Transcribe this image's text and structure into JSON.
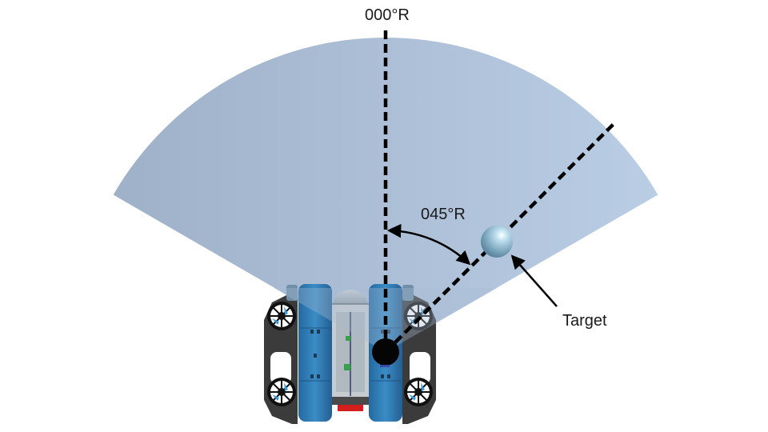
{
  "diagram": {
    "title": "Sonar bearing to target",
    "heading_label": "000°R",
    "bearing_label": "045°R",
    "target_label": "Target",
    "bearing_degrees": 45,
    "sector_half_angle_degrees": 60,
    "colors": {
      "sector_left": "#a0b3cb",
      "sector_right": "#b7cbe3",
      "dashed_line": "#000000",
      "thruster_blue": "#2f7fb8",
      "float_blue": "#2d7db5",
      "frame": "#3a3a3a",
      "target": "#8bb4c9"
    }
  }
}
